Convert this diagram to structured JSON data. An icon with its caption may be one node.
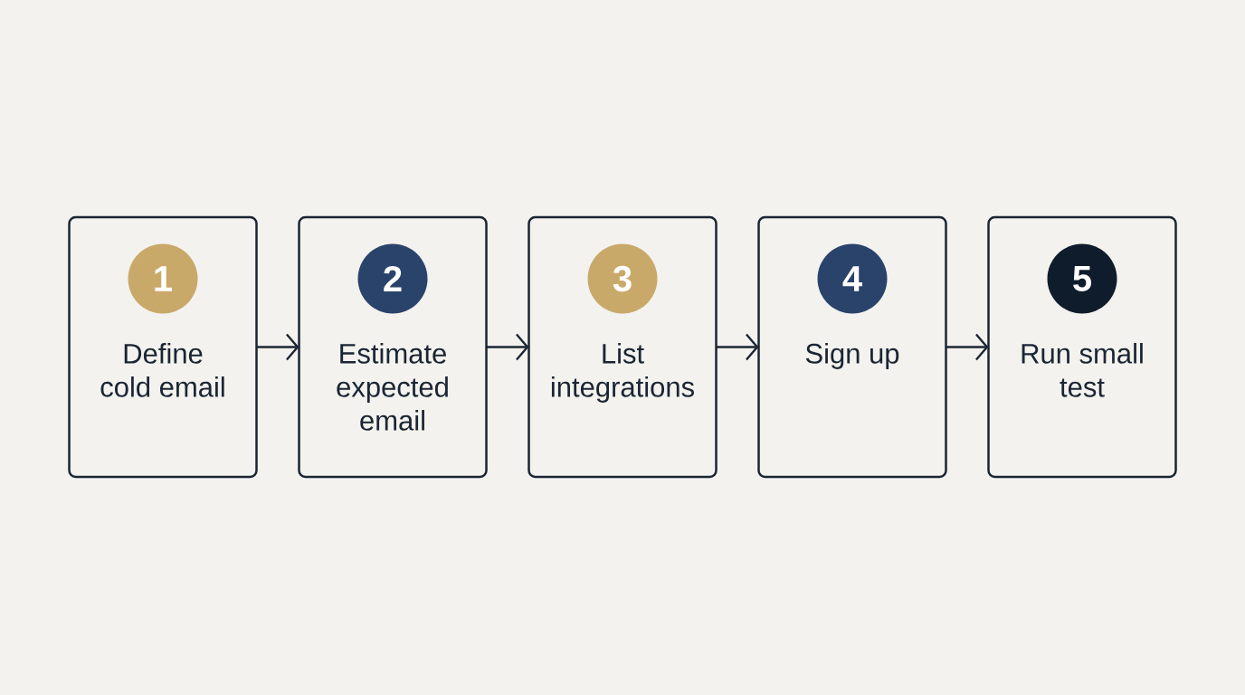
{
  "diagram": {
    "nodes": [
      {
        "text": [
          "Define cold email"
        ]
      },
      {
        "text": [
          "1"
        ],
        "in": 0
      },
      {
        "text": [
          "Estimate expected email"
        ]
      },
      {
        "text": [
          "2"
        ],
        "in": 2
      },
      {
        "text": [
          "List integrations"
        ]
      },
      {
        "text": [
          "3"
        ],
        "in": 4
      },
      {
        "text": [
          "Sign up"
        ]
      },
      {
        "text": [
          "4"
        ],
        "in": 6
      },
      {
        "text": [
          "Run small test"
        ]
      },
      {
        "text": [
          "5"
        ],
        "in": 8
      }
    ],
    "edges": [
      {
        "from": 0,
        "to": 2,
        "arrow": "to"
      },
      {
        "from": 2,
        "to": 4,
        "arrow": "to"
      },
      {
        "from": 4,
        "to": 6,
        "arrow": "to"
      },
      {
        "from": 6,
        "to": 8,
        "arrow": "to"
      }
    ]
  }
}
